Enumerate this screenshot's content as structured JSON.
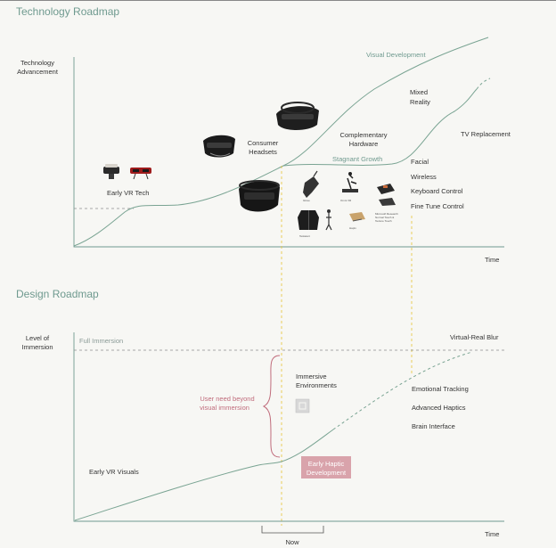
{
  "technology": {
    "title": "Technology Roadmap",
    "y_axis_lines": [
      "Technology",
      "Advancement"
    ],
    "x_axis": "Time",
    "labels": {
      "visual_development": "Visual Development",
      "mixed_reality": [
        "Mixed",
        "Reality"
      ],
      "tv_replacement": "TV Replacement",
      "complementary_hardware": [
        "Complementary",
        "Hardware"
      ],
      "stagnant_growth": "Stagnant Growth",
      "consumer_headsets": [
        "Consumer",
        "Headsets"
      ],
      "early_vr_tech": "Early VR Tech"
    },
    "features": [
      "Facial",
      "Wireless",
      "Keyboard Control",
      "Fine Tune Control"
    ],
    "accessory_captions": [
      "Glove",
      "Omni VR",
      "Teslasuit",
      "Haptx",
      "Microsoft Research",
      "Normal Touch &",
      "Texture Touch"
    ]
  },
  "design": {
    "title": "Design Roadmap",
    "y_axis_lines": [
      "Level of",
      "Immersion"
    ],
    "x_axis": "Time",
    "labels": {
      "full_immersion": "Full Immersion",
      "virtual_real_blur": "Virtual-Real Blur",
      "immersive_environments": [
        "Immersive",
        "Environments"
      ],
      "user_need": [
        "User need beyond",
        "visual immersion"
      ],
      "early_vr_visuals": "Early VR Visuals",
      "early_haptic": [
        "Early Haptic",
        "Development"
      ],
      "now": "Now"
    },
    "future_items": [
      "Emotional Tracking",
      "Advanced Haptics",
      "Brain Interface"
    ]
  },
  "colors": {
    "title": "#6f9a8f",
    "curve": "#7aa493",
    "now_line": "#e6c84a",
    "rose": "#c06c7c",
    "haptic_box": "#d9a3ab",
    "background": "#f7f7f4"
  }
}
